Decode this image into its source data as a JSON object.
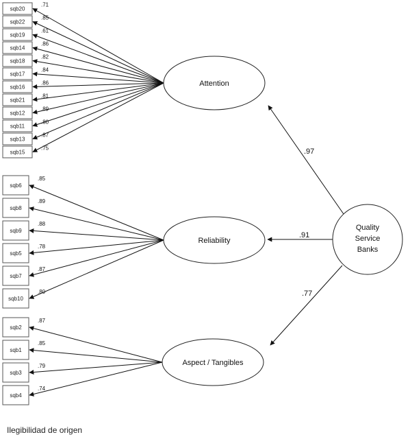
{
  "root": {
    "label_lines": [
      "Quality",
      "Service",
      "Banks"
    ]
  },
  "factors": [
    {
      "key": "attention",
      "label": "Attention",
      "loading": ".97"
    },
    {
      "key": "reliability",
      "label": "Reliability",
      "loading": ".91"
    },
    {
      "key": "tangibles",
      "label": "Aspect / Tangibles",
      "loading": ".77"
    }
  ],
  "indicators": {
    "attention": [
      {
        "label": "sqb20",
        "value": ".71"
      },
      {
        "label": "sqb22",
        "value": ".85"
      },
      {
        "label": "sqb19",
        "value": ".61"
      },
      {
        "label": "sqb14",
        "value": ".86"
      },
      {
        "label": "sqb18",
        "value": ".82"
      },
      {
        "label": "sqb17",
        "value": ".84"
      },
      {
        "label": "sqb16",
        "value": ".86"
      },
      {
        "label": "sqb21",
        "value": ".81"
      },
      {
        "label": "sqb12",
        "value": ".89"
      },
      {
        "label": "sqb11",
        "value": ".80"
      },
      {
        "label": "sqb13",
        "value": ".87"
      },
      {
        "label": "sqb15",
        "value": ".75"
      }
    ],
    "reliability": [
      {
        "label": "sqb6",
        "value": ".85"
      },
      {
        "label": "sqb8",
        "value": ".89"
      },
      {
        "label": "sqb9",
        "value": ".88"
      },
      {
        "label": "sqb5",
        "value": ".78"
      },
      {
        "label": "sqb7",
        "value": ".87"
      },
      {
        "label": "sqb10",
        "value": ".80"
      }
    ],
    "tangibles": [
      {
        "label": "sqb2",
        "value": ".87"
      },
      {
        "label": "sqb1",
        "value": ".85"
      },
      {
        "label": "sqb3",
        "value": ".79"
      },
      {
        "label": "sqb4",
        "value": ".74"
      }
    ]
  },
  "caption": "Ilegibilidad de origen"
}
